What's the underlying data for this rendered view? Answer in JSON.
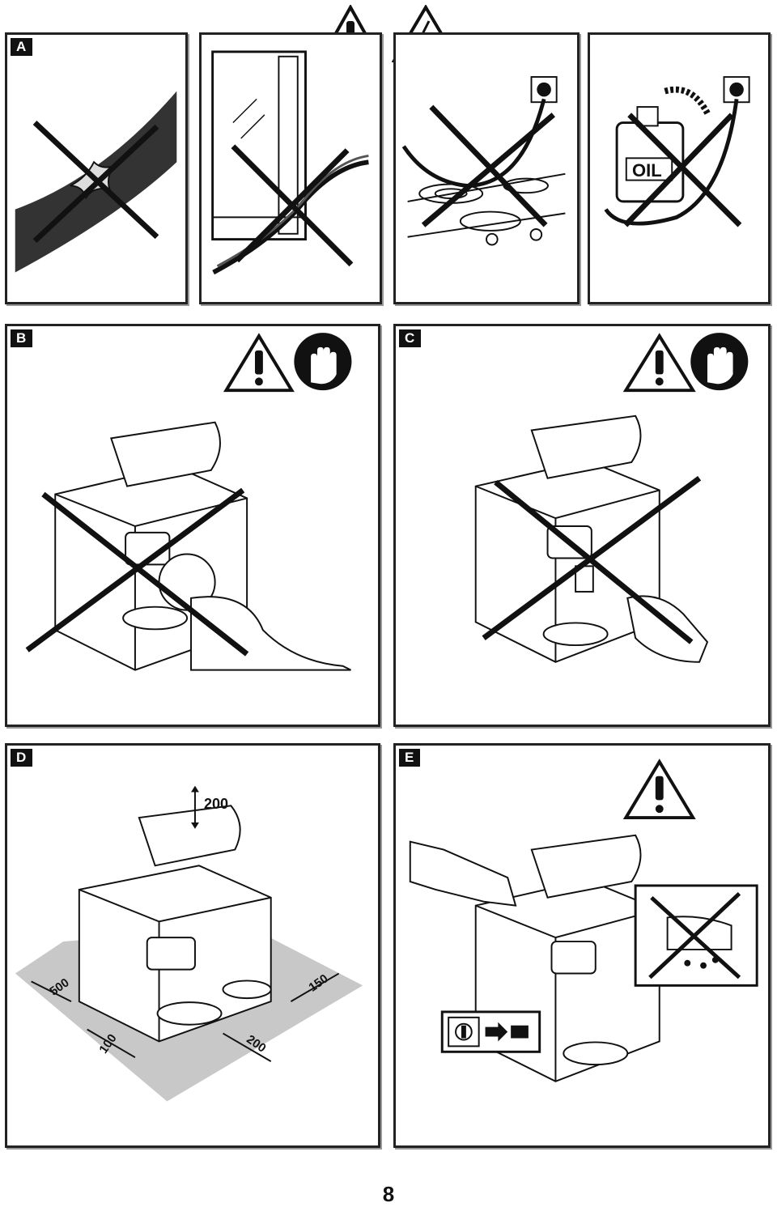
{
  "panels": {
    "a": {
      "label": "A"
    },
    "b": {
      "label": "B"
    },
    "c": {
      "label": "C"
    },
    "d": {
      "label": "D",
      "clearance_top": "200",
      "clearance_left": "500",
      "clearance_right": "150",
      "clearance_front_left": "100",
      "clearance_front_right": "200"
    },
    "e": {
      "label": "E"
    }
  },
  "icons": {
    "warning": "warning-triangle-icon",
    "electric": "electric-hazard-icon",
    "stop_hand": "stop-hand-icon",
    "oil_label": "OIL"
  },
  "page": {
    "number": "8"
  }
}
